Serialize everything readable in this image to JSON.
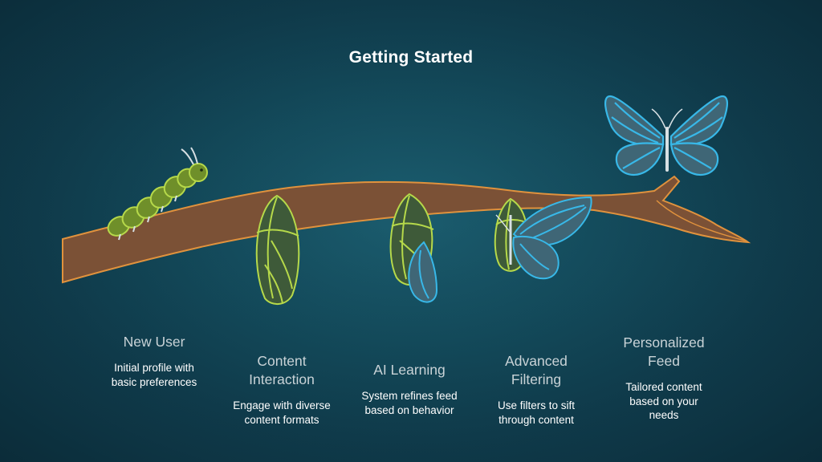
{
  "title": "Getting Started",
  "colors": {
    "branch": "#7b5136",
    "branch_outline": "#e0923d",
    "caterpillar": "#b6d94a",
    "butterfly": "#38b8e8",
    "wing_fill": "#3f6676"
  },
  "stages": [
    {
      "icon": "caterpillar-icon",
      "title": "New User",
      "description": "Initial profile with\nbasic preferences"
    },
    {
      "icon": "chrysalis-icon",
      "title": "Content\nInteraction",
      "description": "Engage with diverse\ncontent formats"
    },
    {
      "icon": "emerging-chrysalis-icon",
      "title": "AI Learning",
      "description": "System refines feed\nbased on behavior"
    },
    {
      "icon": "emerging-butterfly-icon",
      "title": "Advanced\nFiltering",
      "description": "Use filters to sift\nthrough content"
    },
    {
      "icon": "butterfly-icon",
      "title": "Personalized\nFeed",
      "description": "Tailored content\nbased on your\nneeds"
    }
  ]
}
